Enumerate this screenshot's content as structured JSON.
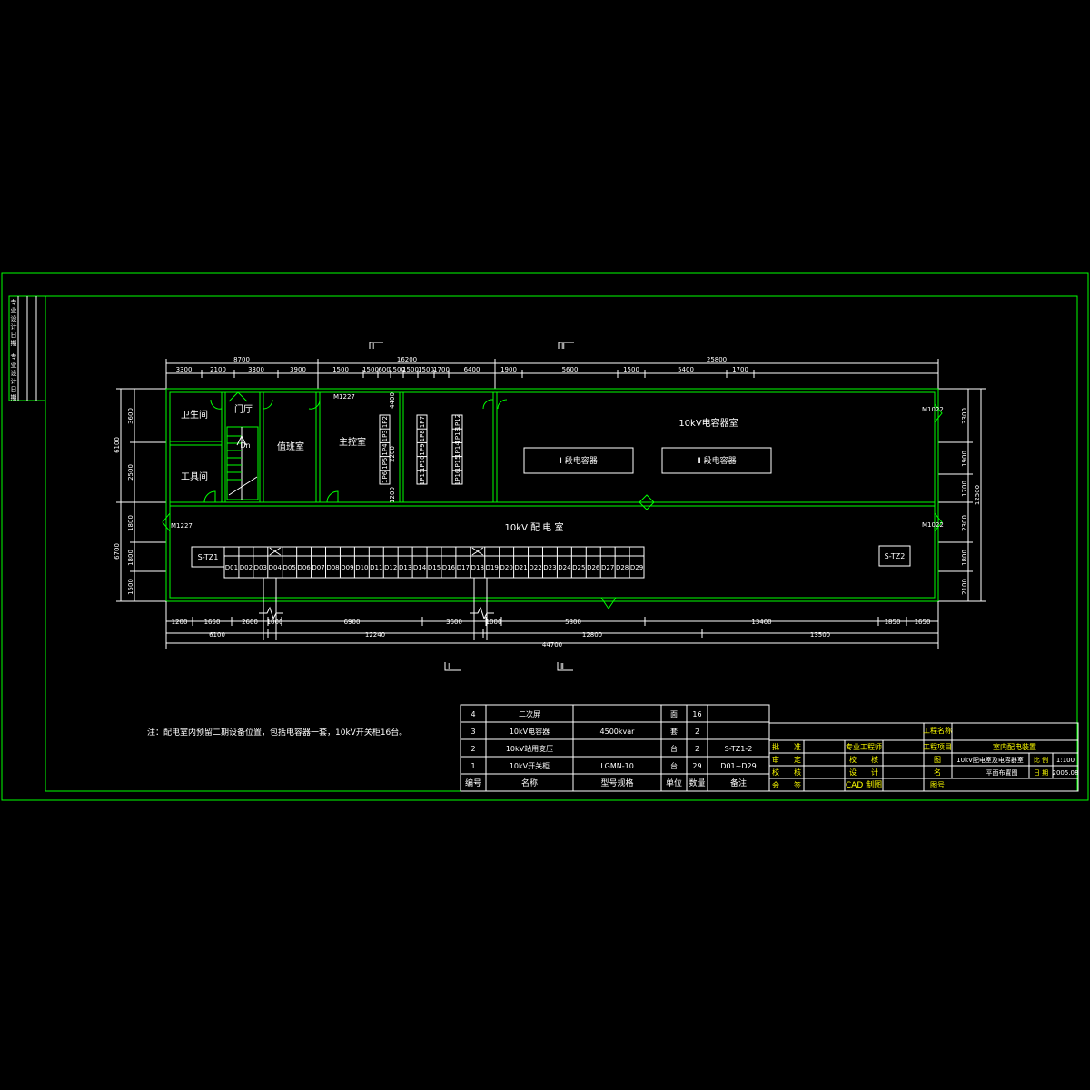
{
  "colors": {
    "background": "#000000",
    "frame": "#00ff00",
    "text": "#ffffff",
    "highlight": "#ffff00",
    "cyan": "#00ffff"
  },
  "plan": {
    "rooms": {
      "toilet": "卫生间",
      "tools": "工具间",
      "hall": "门厅",
      "stair_up": "Dn",
      "duty": "值班室",
      "control": "主控室",
      "capacitor_room": "10kV电容器室",
      "distribution_room": "10kV 配 电 室"
    },
    "capacitor_banks": [
      "Ⅰ 段电容器",
      "Ⅱ 段电容器"
    ],
    "doors": {
      "m1227_a": "M1227",
      "m1227_b": "M1227",
      "m1022_a": "M1022",
      "m1022_b": "M1022"
    },
    "transformers": {
      "left": "S-TZ1",
      "right": "S-TZ2"
    },
    "cabinets": [
      "D01",
      "D02",
      "D03",
      "D04",
      "D05",
      "D06",
      "D07",
      "D08",
      "D09",
      "D10",
      "D11",
      "D12",
      "D13",
      "D14",
      "D15",
      "D16",
      "D17",
      "D18",
      "D19",
      "D20",
      "D21",
      "D22",
      "D23",
      "D24",
      "D25",
      "D26",
      "D27",
      "D28",
      "D29"
    ],
    "panels_col1": [
      "1P2",
      "1P3",
      "1P4",
      "1P5",
      "1P6"
    ],
    "panels_col2": [
      "1P7",
      "1P8",
      "1P9",
      "1P10",
      "1P11"
    ],
    "panels_col3": [
      "1P12",
      "1P13",
      "1P14",
      "1P15",
      "1P16"
    ],
    "section_marks": {
      "a": "Ⅰ",
      "b": "Ⅱ",
      "c": "Ⅰ",
      "d": "Ⅱ"
    }
  },
  "dimensions": {
    "top_outer": [
      "8700",
      "16200",
      "25800"
    ],
    "top_inner": [
      "3300",
      "2100",
      "3300",
      "3900",
      "1500",
      "1500",
      "600",
      "1500",
      "1500",
      "1500",
      "1700",
      "6400",
      "1900",
      "5600",
      "1500",
      "5400",
      "1700"
    ],
    "left": [
      "3600",
      "2500",
      "1800",
      "1800",
      "1500"
    ],
    "left_outer": [
      "6100",
      "6700"
    ],
    "right": [
      "3300",
      "1900",
      "1700",
      "2300",
      "1800",
      "2100"
    ],
    "right_outer": "12500",
    "inner_v": [
      "4400",
      "2200",
      "1200"
    ],
    "bottom_inner": [
      "1200",
      "1650",
      "2600",
      "1000",
      "6900",
      "3600",
      "1000",
      "5800",
      "13400",
      "1850",
      "1650"
    ],
    "bottom_mid": [
      "6100",
      "12240",
      "12800",
      "13500"
    ],
    "bottom_total": "44700"
  },
  "note": "注：配电室内预留二期设备位置，包括电容器一套，10kV开关柜16台。",
  "equipment_table": {
    "headers": [
      "编号",
      "名称",
      "型号规格",
      "单位",
      "数量",
      "备注"
    ],
    "rows": [
      [
        "4",
        "二次屏",
        "",
        "面",
        "16",
        ""
      ],
      [
        "3",
        "10kV电容器",
        "4500kvar",
        "套",
        "2",
        ""
      ],
      [
        "2",
        "10kV站用变压",
        "",
        "台",
        "2",
        "S-TZ1-2"
      ],
      [
        "1",
        "10kV开关柜",
        "LGMN-10",
        "台",
        "29",
        "D01~D29"
      ]
    ]
  },
  "title_block": {
    "project_name_label": "工程名称",
    "project_item_label": "工程项目",
    "project_item_value": "室内配电装置",
    "approve": "批　　准",
    "review": "审　　定",
    "verify": "校　　核",
    "check": "会　　签",
    "major": "专业工程师",
    "proofread": "校　　核",
    "design": "设　　计",
    "draw": "CAD 制图",
    "drawing_label": "图",
    "name_label": "名",
    "drawing_title": "10kV配电室及电容器室",
    "drawing_subtitle": "平面布置图",
    "scale_label": "比 例",
    "scale_value": "1:100",
    "date_label": "日 期",
    "date_value": "2005.08",
    "number_label": "图号"
  },
  "side_strip": [
    "专",
    "业",
    "设",
    "计",
    "日",
    "期",
    "专",
    "业",
    "设",
    "计",
    "日",
    "期"
  ]
}
